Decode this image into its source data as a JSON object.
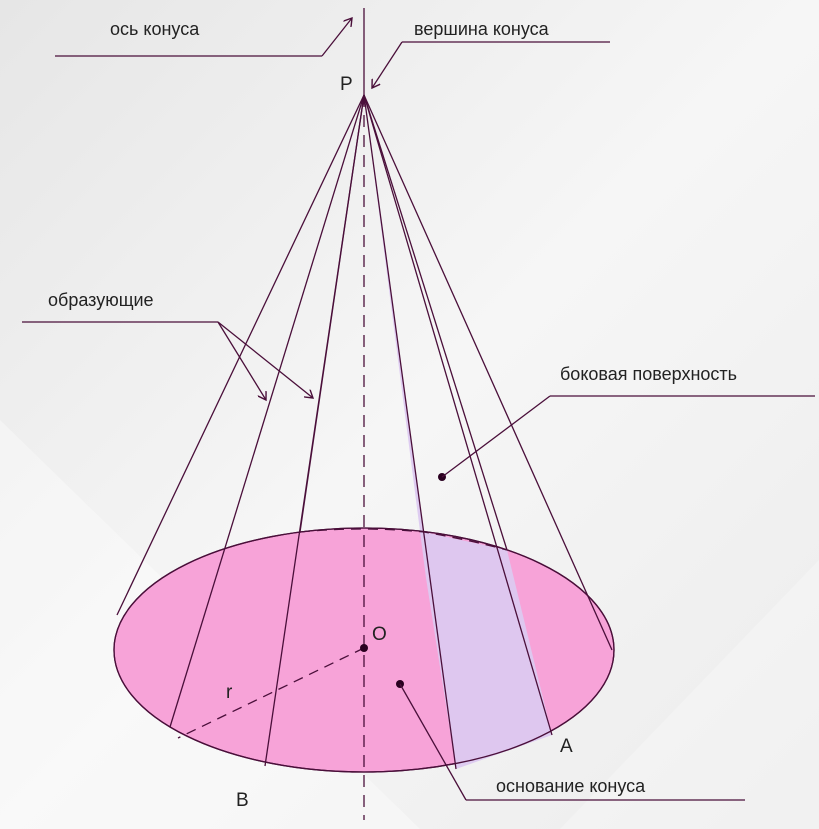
{
  "labels": {
    "axis": "ось конуса",
    "apex": "вершина конуса",
    "generators": "образующие",
    "lateral_surface": "боковая поверхность",
    "base": "основание конуса"
  },
  "points": {
    "P": "P",
    "O": "O",
    "A": "A",
    "B": "B",
    "r": "r"
  },
  "colors": {
    "base_fill": "#f7a3d8",
    "lateral_strip_fill": "#dcc9f0",
    "line": "#4a0f3a",
    "background": "#f2f2f2"
  }
}
